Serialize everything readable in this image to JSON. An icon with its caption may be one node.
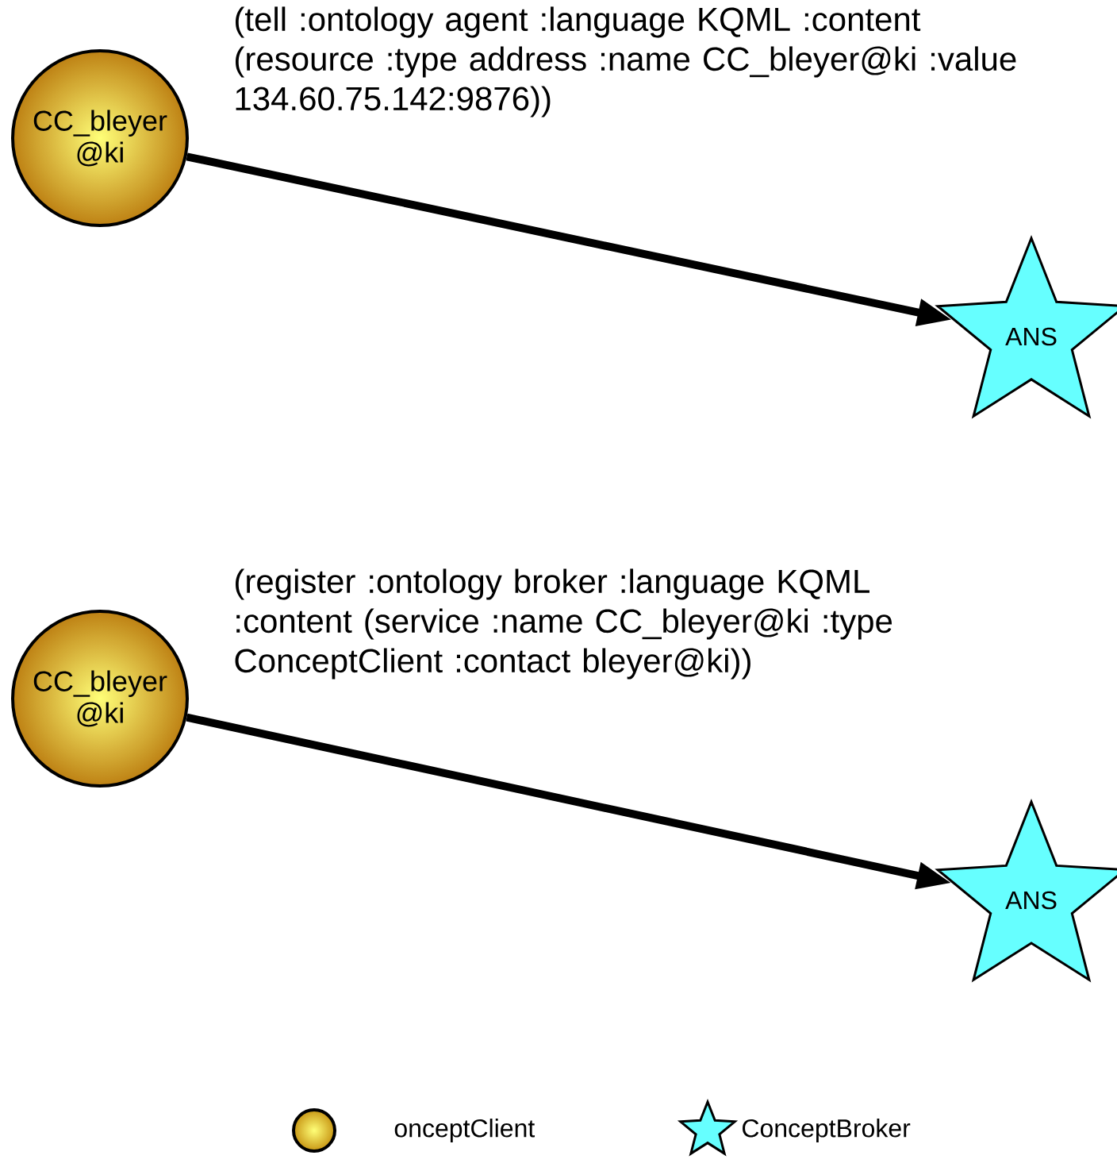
{
  "diagram": {
    "nodes": [
      {
        "text": [
          "CC_bleyer @ki"
        ]
      },
      {
        "text": [
          "ANS"
        ]
      },
      {
        "text": [
          "CC_bleyer @ki"
        ]
      },
      {
        "text": [
          "ANS"
        ]
      }
    ],
    "edges": [
      {
        "from": 0,
        "to": 1,
        "arrow": "to",
        "label": "(tell :ontology agent :language KQML :content (resource :type address :name CC_bleyer@ki :value 134.60.75.142:9876))"
      },
      {
        "from": 2,
        "to": 3,
        "arrow": "to",
        "label": "(register :ontology broker :language KQML :content (service :name CC_bleyer@ki :type ConceptClient :contact bleyer@ki))"
      }
    ],
    "legend": [
      {
        "text": "onceptClient"
      },
      {
        "text": "ConceptBroker"
      }
    ]
  }
}
